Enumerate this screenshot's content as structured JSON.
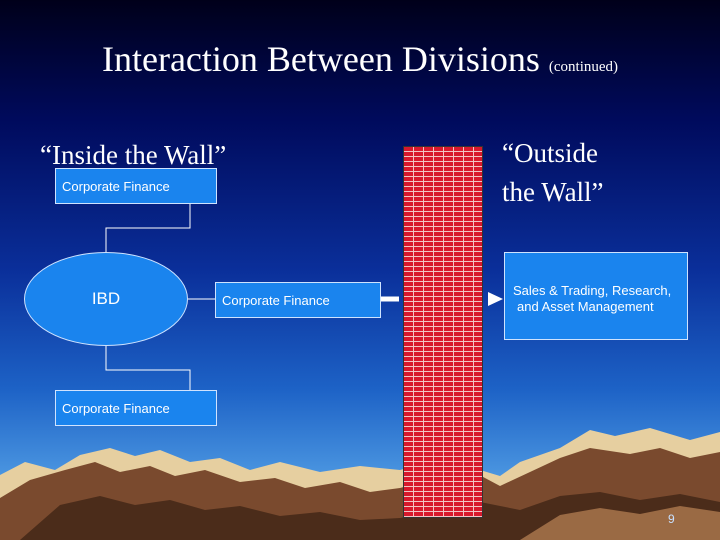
{
  "slide": {
    "title": "Interaction Between Divisions",
    "title_suffix": "(continued)",
    "inside_heading": "“Inside the Wall”",
    "outside_heading_line1": "“Outside",
    "outside_heading_line2": "the Wall”",
    "page_number": "9"
  },
  "diagram": {
    "nodes": {
      "cf_top": "Corporate Finance",
      "ibd": "IBD",
      "cf_middle": "Corporate Finance",
      "cf_bottom": "Corporate Finance",
      "outside_line1": "Sales & Trading, Research,",
      "outside_line2": "and Asset Management"
    }
  },
  "colors": {
    "box_fill": "#1a84ee",
    "wall": "#d8182c",
    "connector": "#ffffff"
  }
}
